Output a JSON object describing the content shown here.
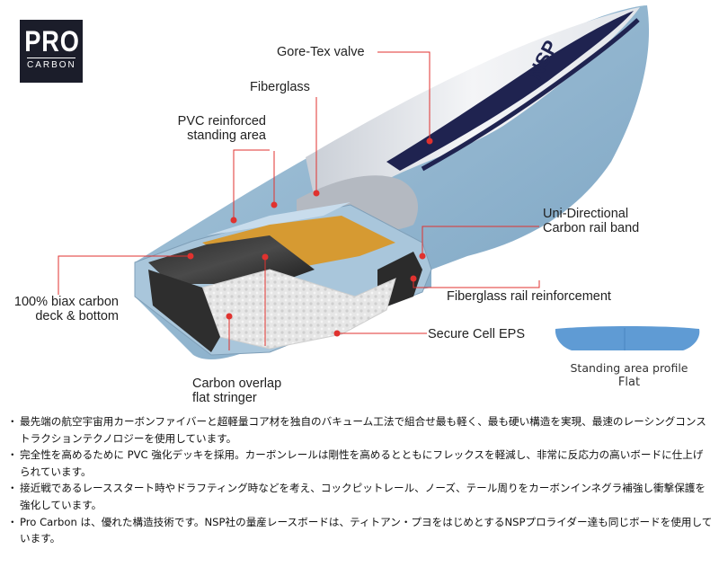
{
  "logo": {
    "main": "PRO",
    "sub": "CARBON"
  },
  "labels": {
    "gore_tex_valve": "Gore-Tex valve",
    "fiberglass": "Fiberglass",
    "pvc_line1": "PVC reinforced",
    "pvc_line2": "standing area",
    "uni_line1": "Uni-Directional",
    "uni_line2": "Carbon rail band",
    "biax_line1": "100% biax carbon",
    "biax_line2": "deck & bottom",
    "fg_rail": "Fiberglass rail reinforcement",
    "eps": "Secure Cell EPS",
    "stringer_line1": "Carbon overlap",
    "stringer_line2": "flat stringer"
  },
  "profile": {
    "caption": "Standing area profile",
    "value": "Flat"
  },
  "board_text": "NSP",
  "notes": [
    "最先端の航空宇宙用カーボンファイバーと超軽量コア材を独自のバキューム工法で組合せ最も軽く、最も硬い構造を実現、最速のレーシングコンストラクションテクノロジーを使用しています。",
    "完全性を高めるために PVC 強化デッキを採用。カーボンレールは剛性を高めるとともにフレックスを軽減し、非常に反応力の高いボードに仕上げられています。",
    "接近戦であるレーススタート時やドラフティング時などを考え、コックピットレール、ノーズ、テール周りをカーボンインネグラ補強し衝撃保護を強化しています。",
    "Pro Carbon は、優れた構造技術です。NSP社の量産レースボードは、ティトアン・プヨをはじめとするNSPプロライダー達も同じボードを使用しています。"
  ],
  "note_bullet": "・",
  "colors": {
    "board_blue": "#8fb4cf",
    "leader_red": "#e0322f",
    "deck_white": "#eef0f3",
    "stripe_navy": "#1f2350"
  }
}
